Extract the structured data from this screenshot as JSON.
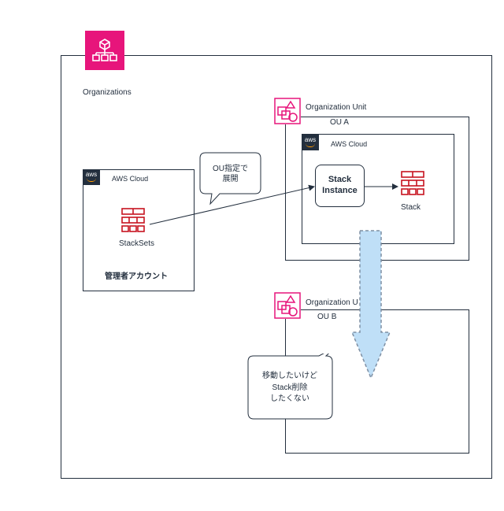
{
  "organizations": {
    "label": "Organizations",
    "icon": "organizations-icon",
    "color": "#e7157b"
  },
  "account_cloud": {
    "aws_label": "aws",
    "cloud_label": "AWS Cloud",
    "icon_name": "stacksets-icon",
    "icon_label": "StackSets",
    "footer_label": "管理者アカウント"
  },
  "ou_a": {
    "title": "Organization Unit",
    "name": "OU A",
    "cloud_label": "AWS Cloud",
    "aws_label": "aws",
    "instance_label_1": "Stack",
    "instance_label_2": "Instance",
    "stack_label": "Stack"
  },
  "ou_b": {
    "title": "Organization U",
    "name": "OU B"
  },
  "callout_1": {
    "line1": "OU指定で",
    "line2": "展開"
  },
  "callout_2": {
    "line1": "移動したいけど",
    "line2": "Stack削除",
    "line3": "したくない"
  },
  "colors": {
    "accent": "#e7157b",
    "stack_icon": "#c7131f",
    "arrow_fill": "#bfdff7",
    "arrow_stroke": "#7e8fa3"
  }
}
